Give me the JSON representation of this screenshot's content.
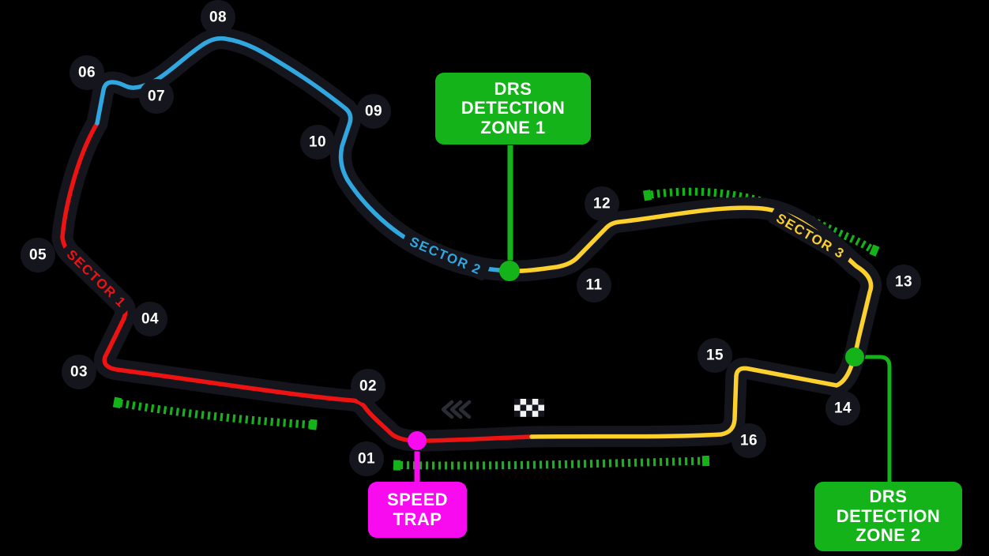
{
  "circuit": {
    "name": "f1-circuit-track-map",
    "turns": [
      {
        "label": "01"
      },
      {
        "label": "02"
      },
      {
        "label": "03"
      },
      {
        "label": "04"
      },
      {
        "label": "05"
      },
      {
        "label": "06"
      },
      {
        "label": "07"
      },
      {
        "label": "08"
      },
      {
        "label": "09"
      },
      {
        "label": "10"
      },
      {
        "label": "11"
      },
      {
        "label": "12"
      },
      {
        "label": "13"
      },
      {
        "label": "14"
      },
      {
        "label": "15"
      },
      {
        "label": "16"
      }
    ],
    "sectors": [
      {
        "label": "SECTOR 1",
        "color": "#ee1313"
      },
      {
        "label": "SECTOR 2",
        "color": "#31a7e0"
      },
      {
        "label": "SECTOR 3",
        "color": "#fcd12d"
      }
    ],
    "callouts": {
      "drs1": {
        "lines": [
          "DRS",
          "DETECTION",
          "ZONE 1"
        ]
      },
      "drs2": {
        "lines": [
          "DRS",
          "DETECTION",
          "ZONE 2"
        ]
      },
      "speed_trap": {
        "lines": [
          "SPEED",
          "TRAP"
        ]
      }
    },
    "features": {
      "drs_zones_dashed_lines": 3,
      "drs_detection_points": 2,
      "speed_trap_points": 1,
      "direction": "counter-clockwise (arrows point left on main straight)",
      "start_finish": "checkered flag on main straight"
    }
  },
  "colors": {
    "track": "#15151e",
    "background": "#000000",
    "sector1": "#ee1313",
    "sector2": "#31a7e0",
    "sector3": "#fcd12d",
    "drs_green": "#15b31a",
    "speed_trap": "#f80bef",
    "label_text": "#ffffff",
    "chevron": "#2c2c37"
  }
}
